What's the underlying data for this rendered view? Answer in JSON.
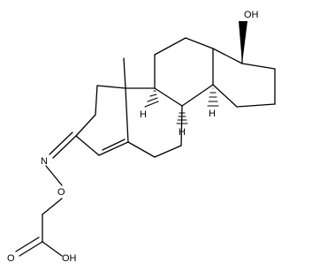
{
  "molecule": {
    "labels": {
      "oxime_n": "N",
      "ether_o": "O",
      "carbonyl_o": "O",
      "acid_oh": "OH",
      "hydroxyl_oh": "OH",
      "h_c8": "H",
      "h_c9": "H",
      "h_c14": "H"
    },
    "colors": {
      "bond": "#000000",
      "background": "#ffffff"
    }
  }
}
